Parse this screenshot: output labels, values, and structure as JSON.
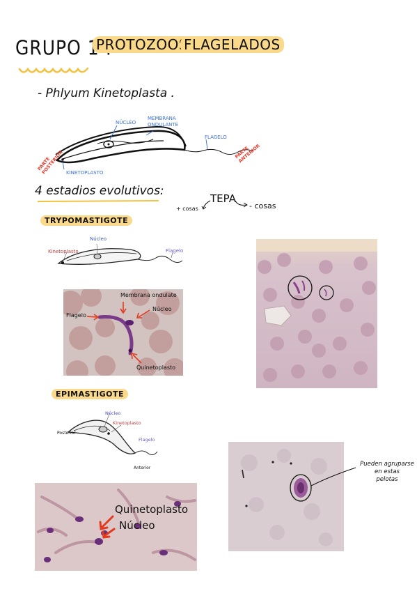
{
  "title": {
    "prefix": "GRUPO 1 :",
    "highlight1": "PROTOZOOS",
    "highlight2": "FLAGELADOS"
  },
  "phylum": "- Phlyum Kinetoplasta .",
  "main_diagram": {
    "nucleo": "NÚCLEO",
    "membrana_line1": "MEMBRANA",
    "membrana_line2": "ONDULANTE",
    "flagelo": "FLAGELO",
    "parte_posterior": "PARTE POSTERIOR",
    "parte_anterior": "PARTE ANTERIOR",
    "kinetoplasto": "KINETOPLASTO"
  },
  "estadios": "4 estadios evolutivos:",
  "tepa": {
    "word": "TEPA",
    "left": "+ cosas",
    "right": "- cosas"
  },
  "trypomastigote": {
    "heading": "TRYPOMASTIGOTE",
    "diagram": {
      "nucleo": "Núcleo",
      "kinetoplasto": "Kinetoplasto",
      "flagelo": "Flagelo"
    },
    "photo": {
      "membrana": "Membrana ondulate",
      "nucleo": "Núcleo",
      "flagelo": "Flagelo",
      "quinetoplasto": "Quinetoplasto"
    }
  },
  "epimastigote": {
    "heading": "EPIMASTIGOTE",
    "diagram": {
      "nucleo": "Núcleo",
      "kinetoplasto": "Kinetoplasto",
      "flagelo": "Flagelo",
      "posterior": "Posterior",
      "anterior": "Anterior"
    },
    "photo": {
      "quinetoplasto": "Quinetoplasto",
      "nucleo": "Núcleo"
    }
  },
  "side_note": {
    "line1": "Pueden agruparse",
    "line2": "en estas",
    "line3": "pelotas"
  },
  "colors": {
    "highlight": "#fbd98a",
    "blue_label": "#3a6fd8",
    "red_label": "#e83d2c",
    "arrow_red": "#e23a1f"
  }
}
